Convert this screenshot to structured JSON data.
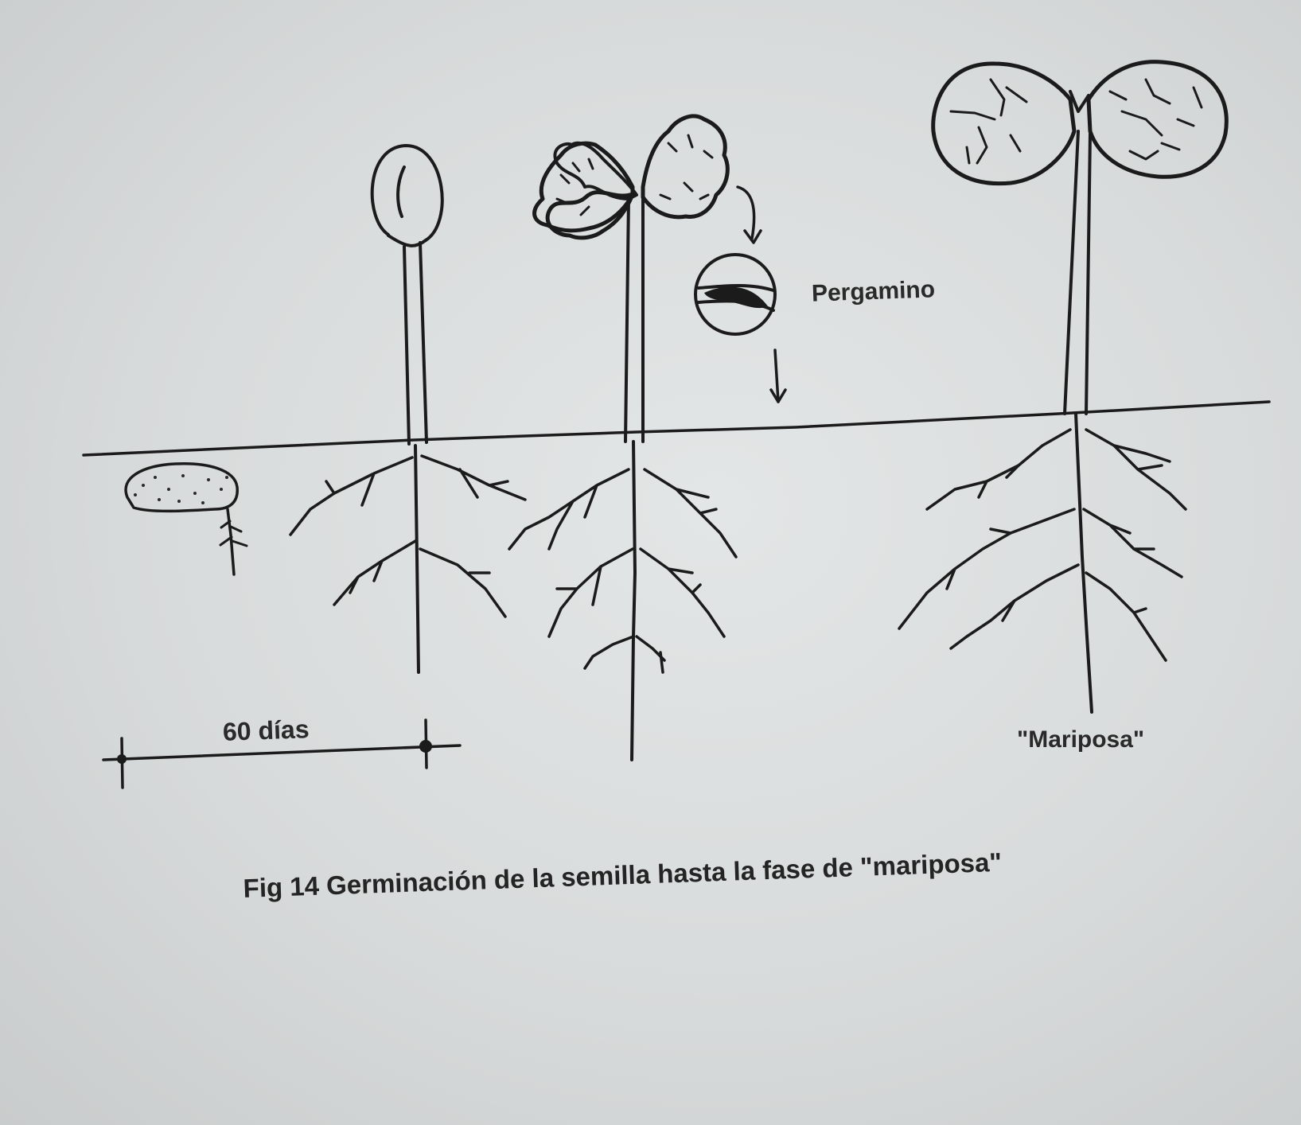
{
  "labels": {
    "duration": "60 días",
    "parchment": "Pergamino",
    "butterfly": "\"Mariposa\""
  },
  "caption": "Fig 14 Germinación de la semilla hasta la fase de \"mariposa\""
}
